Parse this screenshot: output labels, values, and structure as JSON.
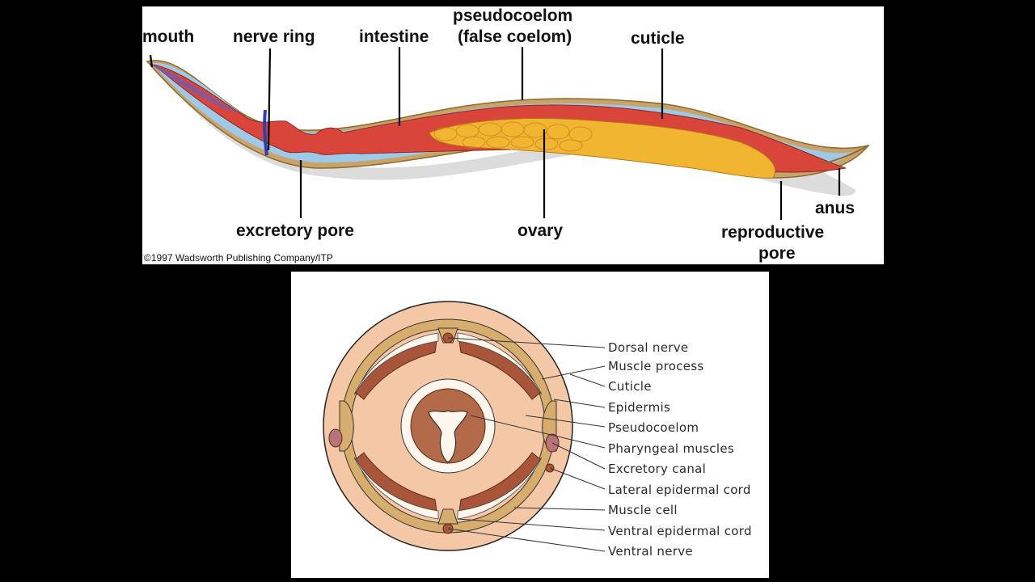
{
  "longitudinal": {
    "labels": {
      "mouth": "mouth",
      "nerve_ring": "nerve ring",
      "intestine": "intestine",
      "pseudocoelom_line1": "pseudocoelom",
      "pseudocoelom_line2": "(false coelom)",
      "cuticle": "cuticle",
      "excretory_pore": "excretory pore",
      "ovary": "ovary",
      "anus": "anus",
      "reproductive_pore_line1": "reproductive",
      "reproductive_pore_line2": "pore"
    },
    "copyright": "©1997 Wadsworth Publishing Company/ITP"
  },
  "cross_section": {
    "labels": [
      "Dorsal nerve",
      "Muscle process",
      "Cuticle",
      "Epidermis",
      "Pseudocoelom",
      "Pharyngeal muscles",
      "Excretory canal",
      "Lateral epidermal cord",
      "Muscle cell",
      "Ventral epidermal cord",
      "Ventral nerve"
    ]
  },
  "colors": {
    "background": "#000000",
    "panel": "#ffffff",
    "body_outer": "#c8a36a",
    "pseudocoelom_blue": "#9ec9e8",
    "intestine_red": "#d9453a",
    "ovary_yellow": "#f2b531",
    "cross_outer": "#f4c8a6",
    "cross_ring": "#d7ad6d",
    "muscle_brown": "#a8553a"
  }
}
